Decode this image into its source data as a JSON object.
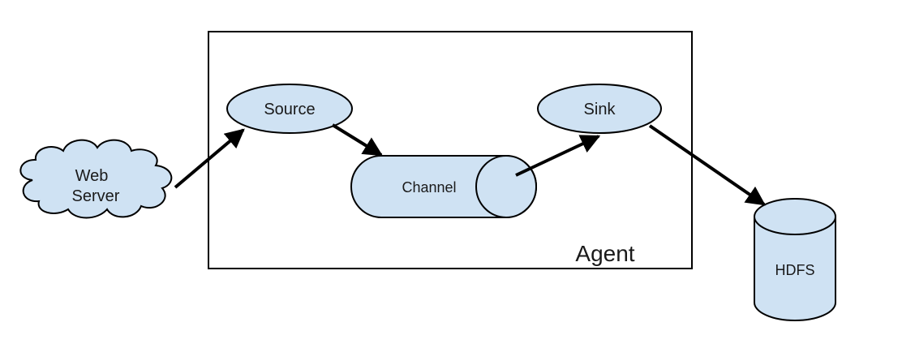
{
  "diagram": {
    "container_label": "Agent",
    "nodes": {
      "web_server": {
        "line1": "Web",
        "line2": "Server",
        "shape": "cloud-icon"
      },
      "source": {
        "label": "Source",
        "shape": "ellipse"
      },
      "channel": {
        "label": "Channel",
        "shape": "cylinder-horizontal"
      },
      "sink": {
        "label": "Sink",
        "shape": "ellipse"
      },
      "hdfs": {
        "label": "HDFS",
        "shape": "cylinder-vertical"
      }
    },
    "edges": [
      {
        "from": "web_server",
        "to": "source"
      },
      {
        "from": "source",
        "to": "channel"
      },
      {
        "from": "channel",
        "to": "sink"
      },
      {
        "from": "sink",
        "to": "hdfs"
      }
    ]
  },
  "colors": {
    "node_fill": "#cfe2f3",
    "stroke": "#000000",
    "background": "#ffffff"
  }
}
